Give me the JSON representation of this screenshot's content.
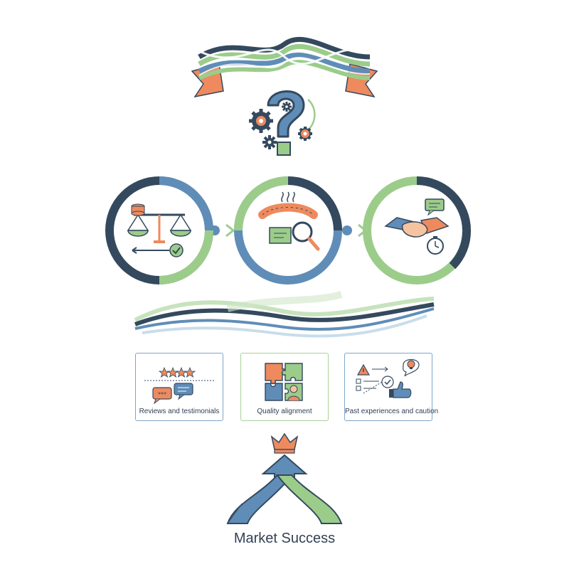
{
  "cards": [
    {
      "label": "Reviews and testimonials",
      "icon": "rating-chat-icon"
    },
    {
      "label": "Quality alignment",
      "icon": "puzzle-icon"
    },
    {
      "label": "Past experiences and caution",
      "icon": "warning-checklist-icon"
    }
  ],
  "outcome": {
    "label": "Market Success"
  },
  "stages": [
    {
      "icon": "balance-scale-icon"
    },
    {
      "icon": "sausage-inspection-icon"
    },
    {
      "icon": "handshake-icon"
    }
  ],
  "colors": {
    "navy": "#34495e",
    "blue": "#5f8db8",
    "green": "#9ccc8a",
    "orange": "#ee8a5e"
  }
}
